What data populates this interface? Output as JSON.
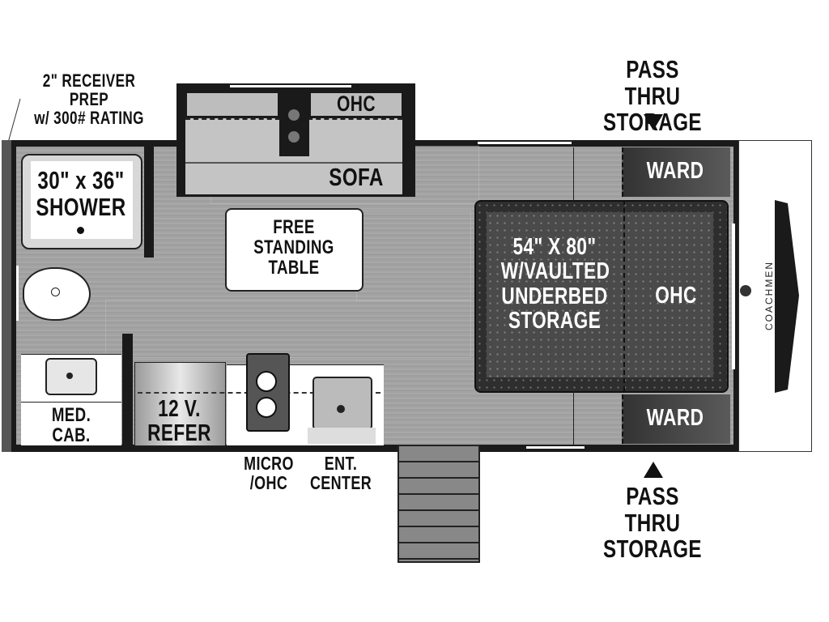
{
  "labels": {
    "receiver_prep": "2\" RECEIVER PREP\nw/ 300# RATING",
    "pass_thru_top": "PASS THRU\nSTORAGE",
    "pass_thru_bottom": "PASS THRU\nSTORAGE",
    "ohc_slide": "OHC",
    "sofa": "SOFA",
    "shower": "30\" x 36\"\nSHOWER",
    "table": "FREE\nSTANDING\nTABLE",
    "bed": "54\" X 80\"\nW/VAULTED\nUNDERBED\nSTORAGE",
    "ohc_bed": "OHC",
    "ward_top": "WARD",
    "ward_bottom": "WARD",
    "med_cab": "MED.\nCAB.",
    "refer": "12 V.\nREFER",
    "micro": "MICRO\n/OHC",
    "ent_center": "ENT.\nCENTER",
    "brand": "COACHMEN"
  },
  "colors": {
    "wall": "#1a1a1a",
    "floor": "#a3a3a3",
    "bed": "#3c3c3c",
    "ward": "#4a4a4a"
  }
}
